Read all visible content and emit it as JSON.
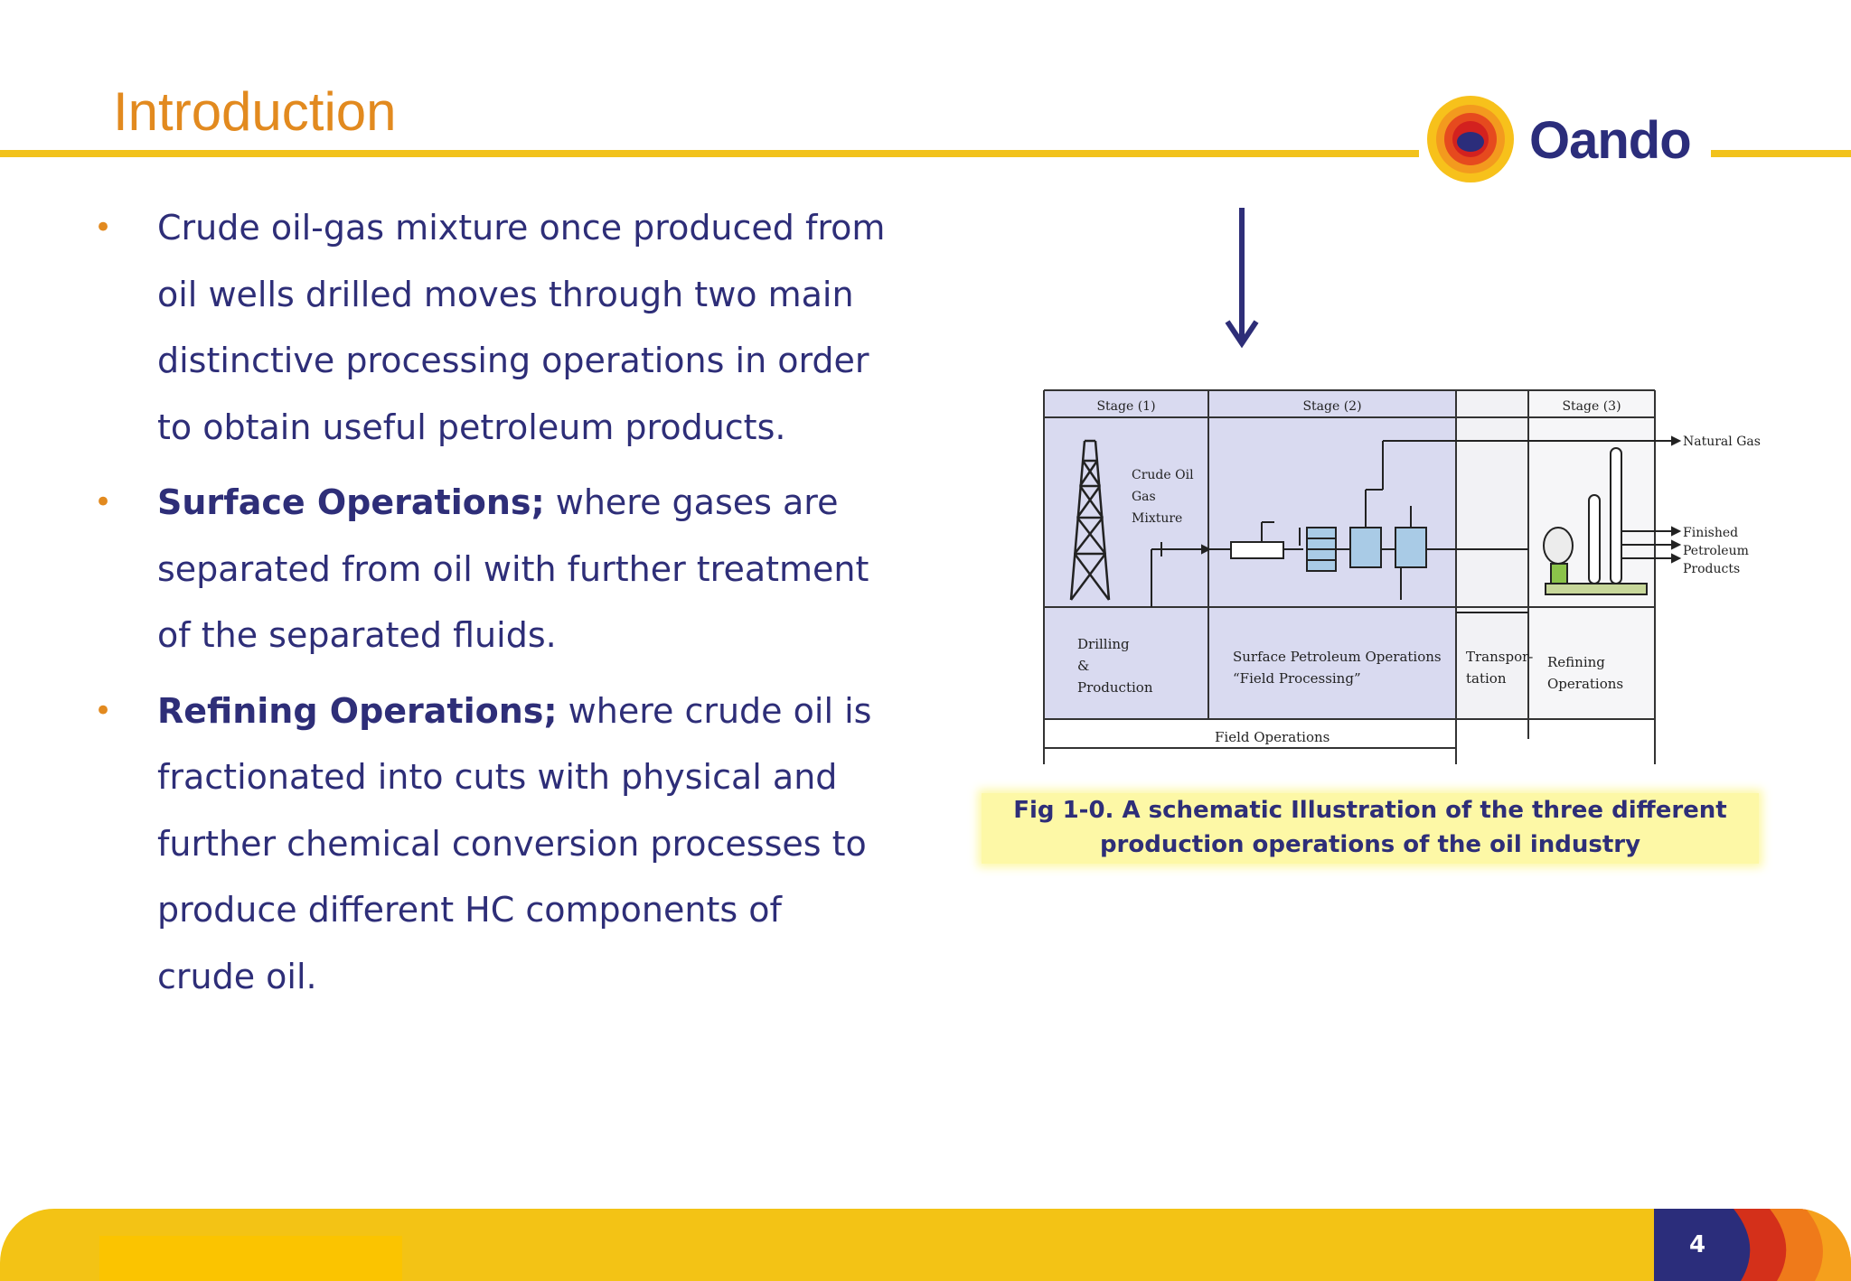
{
  "slide": {
    "title": "Introduction",
    "page_number": "4"
  },
  "logo": {
    "text": "Oando"
  },
  "bullets": [
    {
      "bold": "",
      "text": "Crude oil-gas mixture once produced from oil wells drilled moves through two main distinctive processing operations in order to obtain useful petroleum products."
    },
    {
      "bold": "Surface Operations;",
      "text": " where gases are separated from oil with further treatment of the separated fluids."
    },
    {
      "bold": "Refining Operations;",
      "text": " where crude oil is fractionated into cuts with physical and further chemical conversion processes to produce different HC components of crude oil."
    }
  ],
  "figure": {
    "stage_1": "Stage (1)",
    "stage_2": "Stage (2)",
    "stage_3": "Stage (3)",
    "mixture_label_1": "Crude Oil",
    "mixture_label_2": "Gas",
    "mixture_label_3": "Mixture",
    "natural_gas": "Natural Gas",
    "finished_1": "Finished",
    "finished_2": "Petroleum",
    "finished_3": "Products",
    "drilling_1": "Drilling",
    "drilling_2": "&",
    "drilling_3": "Production",
    "surface_1": "Surface Petroleum Operations",
    "surface_2": "“Field Processing”",
    "transport_1": "Transpor-",
    "transport_2": "tation",
    "refining_1": "Refining",
    "refining_2": "Operations",
    "field_ops": "Field Operations",
    "caption_line1": "Fig 1-0.  A schematic Illustration of the three different",
    "caption_line2": "production operations of the oil industry"
  },
  "colors": {
    "title_orange": "#e28a1f",
    "rule_yellow": "#f2c21b",
    "text_navy": "#2e2e78",
    "caption_bg": "#fdf8a6",
    "diagram_bg": "#d9daf0"
  }
}
